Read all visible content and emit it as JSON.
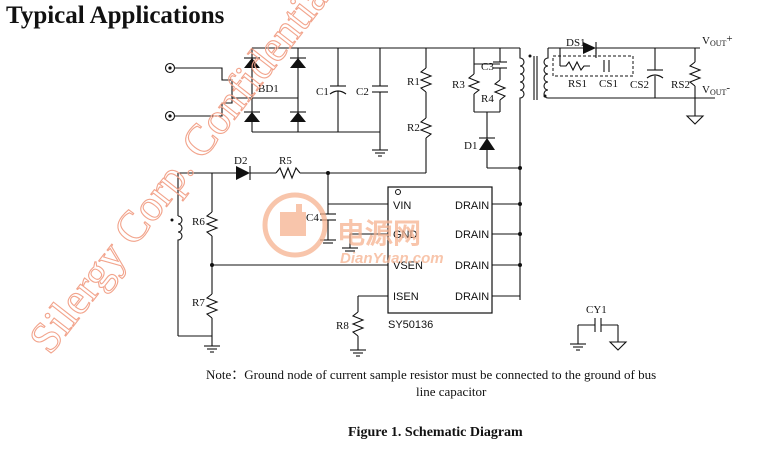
{
  "heading": "Typical Applications",
  "watermark": "Silergy Corp. Confidential",
  "site_logo": {
    "cn": "电源网",
    "url": "DianYuan.com"
  },
  "ic": {
    "name": "SY50136",
    "pins_left": [
      "VIN",
      "GND",
      "VSEN",
      "ISEN"
    ],
    "pins_right": [
      "DRAIN",
      "DRAIN",
      "DRAIN",
      "DRAIN"
    ]
  },
  "components": {
    "bd1": "BD1",
    "c1": "C1",
    "c2": "C2",
    "r1": "R1",
    "r2": "R2",
    "c3": "C3",
    "r3": "R3",
    "r4": "R4",
    "d1": "D1",
    "d2": "D2",
    "r5": "R5",
    "c4": "C4",
    "r6": "R6",
    "r7": "R7",
    "r8": "R8",
    "ds1": "DS1",
    "rs1": "RS1",
    "cs1": "CS1",
    "cs2": "CS2",
    "rs2": "RS2",
    "cy1": "CY1"
  },
  "outputs": {
    "vout_pos": "V",
    "vout_pos_sub": "OUT",
    "vout_pos_sign": "+",
    "vout_neg": "V",
    "vout_neg_sub": "OUT",
    "vout_neg_sign": "-"
  },
  "note_line1": "Note：Ground node of current sample resistor must be connected to the ground of bus",
  "note_line2": "line capacitor",
  "figure_caption": "Figure 1. Schematic Diagram",
  "colors": {
    "ink": "#111111",
    "watermark": "#f2a48c",
    "logo": "#f6b290"
  }
}
